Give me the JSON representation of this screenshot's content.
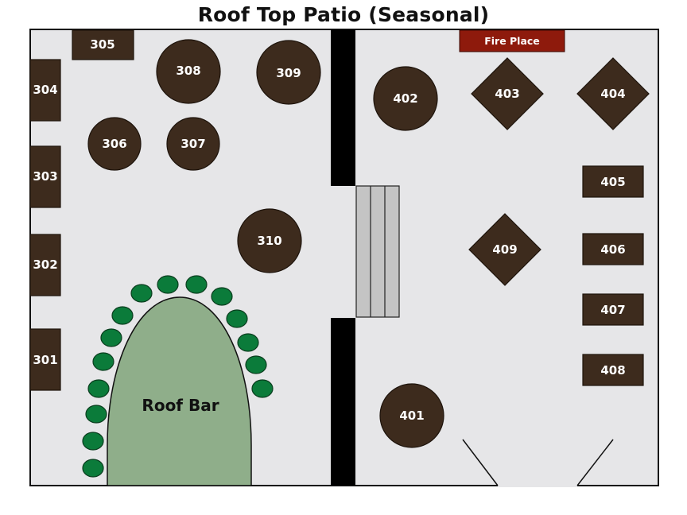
{
  "title": "Roof Top Patio (Seasonal)",
  "colors": {
    "floor": "#e6e6e8",
    "table": "#3d2b1d",
    "fireplace": "#8e1a0c",
    "bar": "#8fae8a",
    "stool": "#0b7b3a",
    "wall": "#000000",
    "stairs": "#c4c4c4"
  },
  "fireplace_label": "Fire Place",
  "bar_label": "Roof Bar",
  "tables": {
    "t301": "301",
    "t302": "302",
    "t303": "303",
    "t304": "304",
    "t305": "305",
    "t306": "306",
    "t307": "307",
    "t308": "308",
    "t309": "309",
    "t310": "310",
    "t401": "401",
    "t402": "402",
    "t403": "403",
    "t404": "404",
    "t405": "405",
    "t406": "406",
    "t407": "407",
    "t408": "408",
    "t409": "409"
  }
}
